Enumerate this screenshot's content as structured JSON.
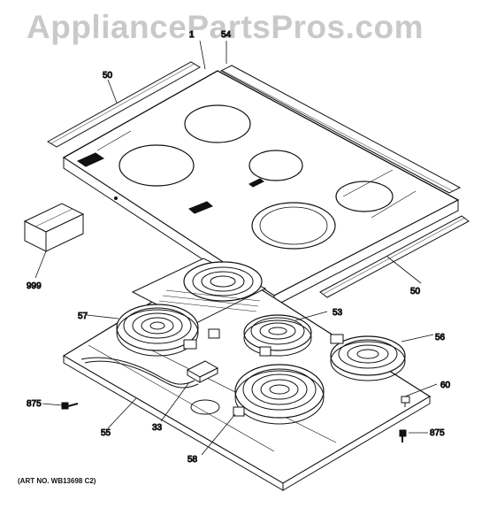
{
  "watermark": "AppliancePartsPros.com",
  "art_number": "(ART NO. WB13698 C2)",
  "callouts": [
    {
      "id": "c1",
      "text": "1"
    },
    {
      "id": "c54",
      "text": "54"
    },
    {
      "id": "c50a",
      "text": "50"
    },
    {
      "id": "c50b",
      "text": "50"
    },
    {
      "id": "c999",
      "text": "999"
    },
    {
      "id": "c57",
      "text": "57"
    },
    {
      "id": "c53",
      "text": "53"
    },
    {
      "id": "c56",
      "text": "56"
    },
    {
      "id": "c60",
      "text": "60"
    },
    {
      "id": "c875a",
      "text": "875"
    },
    {
      "id": "c875b",
      "text": "875"
    },
    {
      "id": "c55",
      "text": "55"
    },
    {
      "id": "c33",
      "text": "33"
    },
    {
      "id": "c58",
      "text": "58"
    }
  ]
}
